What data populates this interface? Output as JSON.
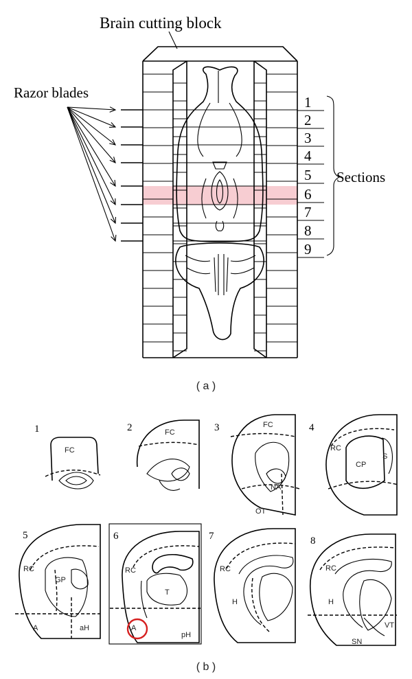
{
  "panel_a": {
    "title": "Brain cutting block",
    "blades_label": "Razor blades",
    "sections_label": "Sections",
    "section_numbers": [
      "1",
      "2",
      "3",
      "4",
      "5",
      "6",
      "7",
      "8",
      "9"
    ],
    "highlight_color": "#f7cdd2",
    "caption": "( a )"
  },
  "panel_b": {
    "caption": "( b )",
    "highlight_color": "#d62020",
    "sections": [
      {
        "number": "1",
        "labels": [
          "FC"
        ]
      },
      {
        "number": "2",
        "labels": [
          "FC"
        ]
      },
      {
        "number": "3",
        "labels": [
          "FC",
          "NA",
          "OT"
        ]
      },
      {
        "number": "4",
        "labels": [
          "RC",
          "CP",
          "S"
        ]
      },
      {
        "number": "5",
        "labels": [
          "RC",
          "GP",
          "A",
          "aH"
        ]
      },
      {
        "number": "6",
        "labels": [
          "RC",
          "T",
          "A",
          "pH"
        ]
      },
      {
        "number": "7",
        "labels": [
          "RC",
          "H"
        ]
      },
      {
        "number": "8",
        "labels": [
          "RC",
          "H",
          "VT",
          "SN"
        ]
      }
    ]
  }
}
